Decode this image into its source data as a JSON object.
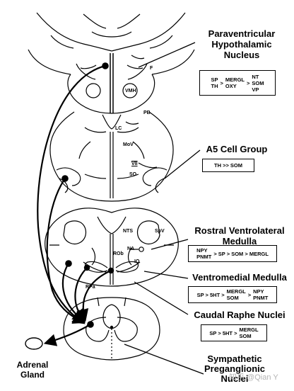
{
  "labels": {
    "pvn": [
      "Paraventricular",
      "Hypothalamic",
      "Nucleus"
    ],
    "a5": "A5 Cell Group",
    "rvlm": [
      "Rostral Ventrolateral",
      "Medulla"
    ],
    "vmm": "Ventromedial Medulla",
    "crn": "Caudal Raphe Nuclei",
    "spn": [
      "Sympathetic",
      "Preganglionic",
      "Nuclei"
    ],
    "adrenal": [
      "Adrenal",
      "Gland"
    ]
  },
  "boxes": {
    "pvn": {
      "sp": "SP",
      "th": "TH",
      "gt1": ">",
      "mergl": "MERGL",
      "oxy": "OXY",
      "gt2": ">",
      "nt": "NT",
      "som": "SOM",
      "vp": "VP"
    },
    "a5": "TH >> SOM",
    "rvlm": {
      "npy": "NPY",
      "pnmt": "PNMT",
      "rest": "> SP > SOM > MERGL"
    },
    "vmm": {
      "a": "SP > 5HT >",
      "mergl": "MERGL",
      "som": "SOM",
      "gt": ">",
      "npy": "NPY",
      "pnmt": "PNMT"
    },
    "crn": {
      "a": "SP > 5HT >",
      "mergl": "MERGL",
      "som": "SOM"
    }
  },
  "structures": {
    "f": "F",
    "vmh": "VMH",
    "pb": "PB",
    "lc": "LC",
    "mov": "MoV",
    "vii": "VII",
    "so": "SO",
    "nts": "NTS",
    "spv": "SpV",
    "na": "NA",
    "rob": "ROb",
    "io": "IO",
    "rpa": "RPa"
  },
  "watermark": "知乎 @Qian Y"
}
